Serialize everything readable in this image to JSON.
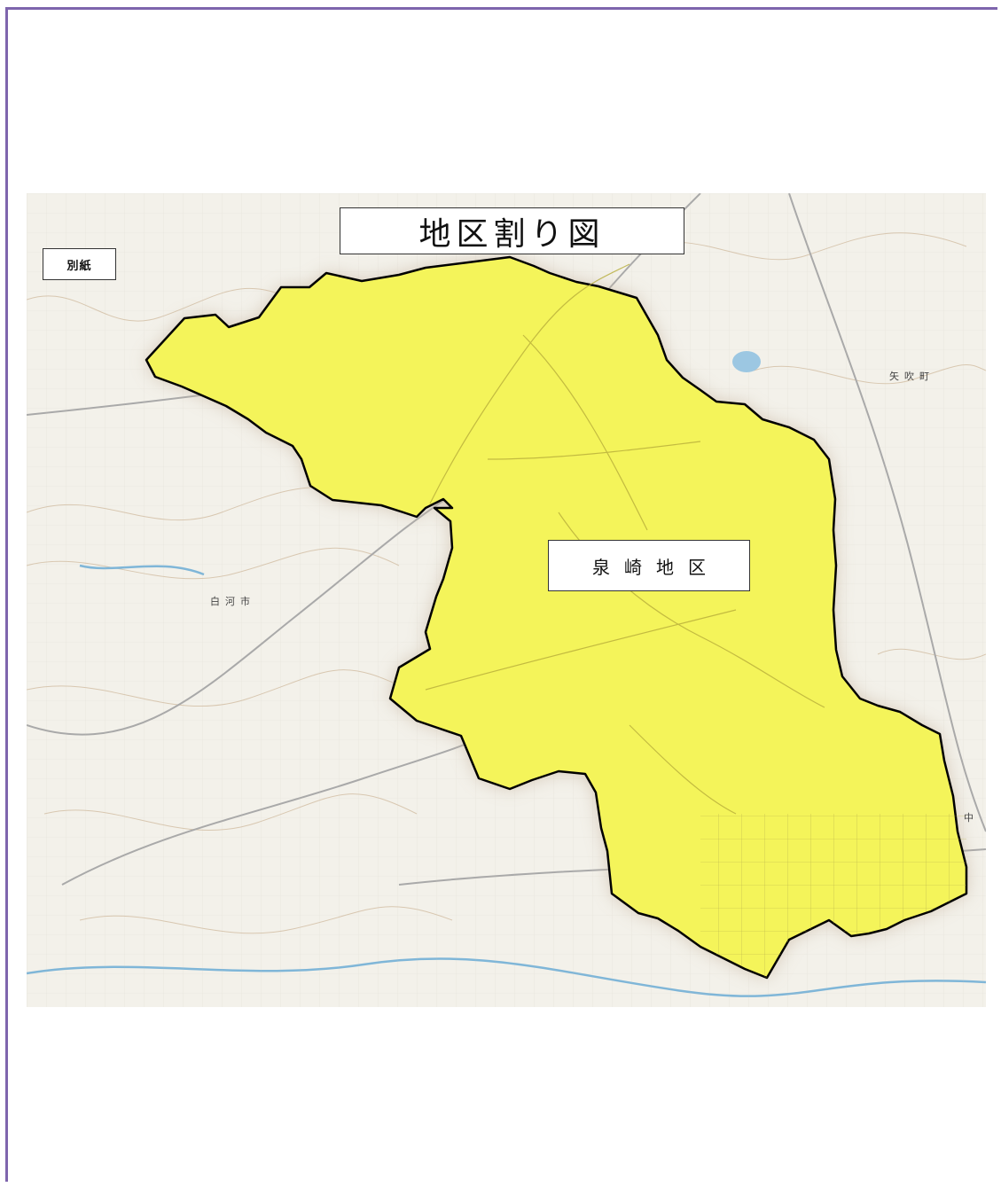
{
  "map": {
    "title": "地区割り図",
    "corner_label": "別紙",
    "district_label": "泉崎地区",
    "place_names": {
      "shirakawa": "白河市",
      "yabuki": "矢吹町",
      "naka": "中"
    }
  },
  "colors": {
    "frame": "#7e65ad",
    "district_fill": "#f4f45a",
    "district_border": "#000000",
    "halo": "#c9b8a4",
    "base_map": "#f3f1ea"
  }
}
